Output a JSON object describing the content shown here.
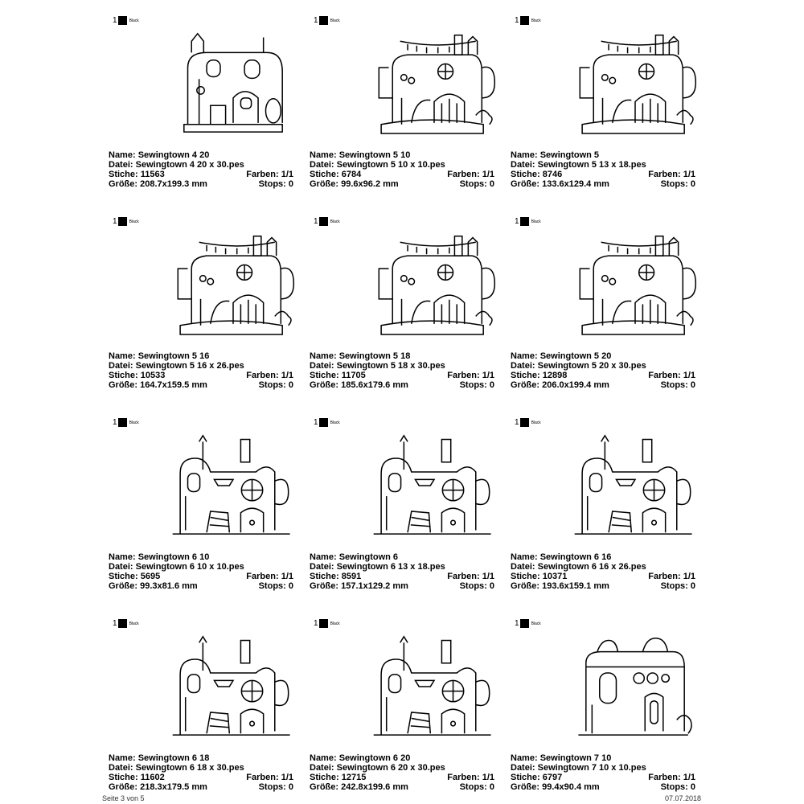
{
  "labels": {
    "name": "Name: ",
    "file": "Datei: ",
    "stitches": "Stiche: ",
    "colors": "Farben: ",
    "size": "Größe: ",
    "stops": "Stops: "
  },
  "chip": {
    "index": "1",
    "color_name": "Black",
    "color": "#000000"
  },
  "items": [
    {
      "variant": "4",
      "name": "Sewingtown 4 20",
      "file": "Sewingtown 4 20 x 30.pes",
      "stitches": "11563",
      "colors": "1/1",
      "size": "208.7x199.3 mm",
      "stops": "0"
    },
    {
      "variant": "5",
      "name": "Sewingtown 5 10",
      "file": "Sewingtown 5 10 x 10.pes",
      "stitches": "6784",
      "colors": "1/1",
      "size": "99.6x96.2 mm",
      "stops": "0"
    },
    {
      "variant": "5",
      "name": "Sewingtown 5",
      "file": "Sewingtown 5 13 x 18.pes",
      "stitches": "8746",
      "colors": "1/1",
      "size": "133.6x129.4 mm",
      "stops": "0"
    },
    {
      "variant": "5",
      "name": "Sewingtown 5 16",
      "file": "Sewingtown 5 16 x 26.pes",
      "stitches": "10533",
      "colors": "1/1",
      "size": "164.7x159.5 mm",
      "stops": "0"
    },
    {
      "variant": "5",
      "name": "Sewingtown 5 18",
      "file": "Sewingtown 5 18 x 30.pes",
      "stitches": "11705",
      "colors": "1/1",
      "size": "185.6x179.6 mm",
      "stops": "0"
    },
    {
      "variant": "5",
      "name": "Sewingtown 5 20",
      "file": "Sewingtown 5 20 x 30.pes",
      "stitches": "12898",
      "colors": "1/1",
      "size": "206.0x199.4 mm",
      "stops": "0"
    },
    {
      "variant": "6",
      "name": "Sewingtown 6 10",
      "file": "Sewingtown 6 10 x 10.pes",
      "stitches": "5695",
      "colors": "1/1",
      "size": "99.3x81.6 mm",
      "stops": "0"
    },
    {
      "variant": "6",
      "name": "Sewingtown 6",
      "file": "Sewingtown 6 13 x 18.pes",
      "stitches": "8591",
      "colors": "1/1",
      "size": "157.1x129.2 mm",
      "stops": "0"
    },
    {
      "variant": "6",
      "name": "Sewingtown 6 16",
      "file": "Sewingtown 6 16 x 26.pes",
      "stitches": "10371",
      "colors": "1/1",
      "size": "193.6x159.1 mm",
      "stops": "0"
    },
    {
      "variant": "6",
      "name": "Sewingtown 6 18",
      "file": "Sewingtown 6 18 x 30.pes",
      "stitches": "11602",
      "colors": "1/1",
      "size": "218.3x179.5 mm",
      "stops": "0"
    },
    {
      "variant": "6",
      "name": "Sewingtown 6 20",
      "file": "Sewingtown 6 20 x 30.pes",
      "stitches": "12715",
      "colors": "1/1",
      "size": "242.8x199.6 mm",
      "stops": "0"
    },
    {
      "variant": "7",
      "name": "Sewingtown 7 10",
      "file": "Sewingtown 7 10 x 10.pes",
      "stitches": "6797",
      "colors": "1/1",
      "size": "99.4x90.4 mm",
      "stops": "0"
    }
  ],
  "footer": {
    "page": "Seite 3 von 5",
    "date": "07.07.2018"
  }
}
